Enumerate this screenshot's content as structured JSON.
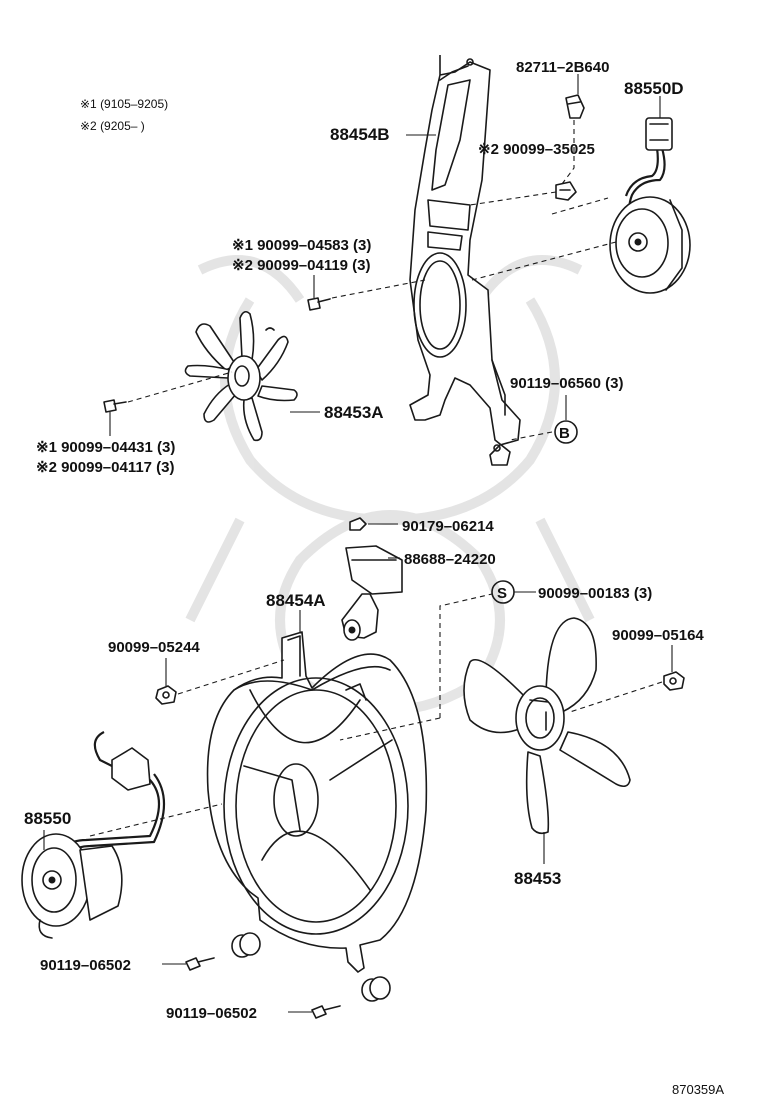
{
  "notes": {
    "note1": "※1 (9105–9205)",
    "note2": "※2 (9205–      )"
  },
  "labels": {
    "p_82711": "82711–2B640",
    "p_88550D": "88550D",
    "p_88454B": "88454B",
    "p_35025": "※2 90099–35025",
    "p_04583": "※1 90099–04583 (3)",
    "p_04119": "※2 90099–04119 (3)",
    "p_88453A": "88453A",
    "p_06560": "90119–06560 (3)",
    "p_circle_b": "B",
    "p_04431": "※1 90099–04431 (3)",
    "p_04117": "※2 90099–04117 (3)",
    "p_06214": "90179–06214",
    "p_24220": "88688–24220",
    "p_88454A": "88454A",
    "p_circle_s": "S",
    "p_00183": "90099–00183 (3)",
    "p_05244": "90099–05244",
    "p_05164": "90099–05164",
    "p_88550": "88550",
    "p_88453": "88453",
    "p_06502a": "90119–06502",
    "p_06502b": "90119–06502"
  },
  "diagram_code": "870359A",
  "watermark": "samurai-crest-watermark"
}
